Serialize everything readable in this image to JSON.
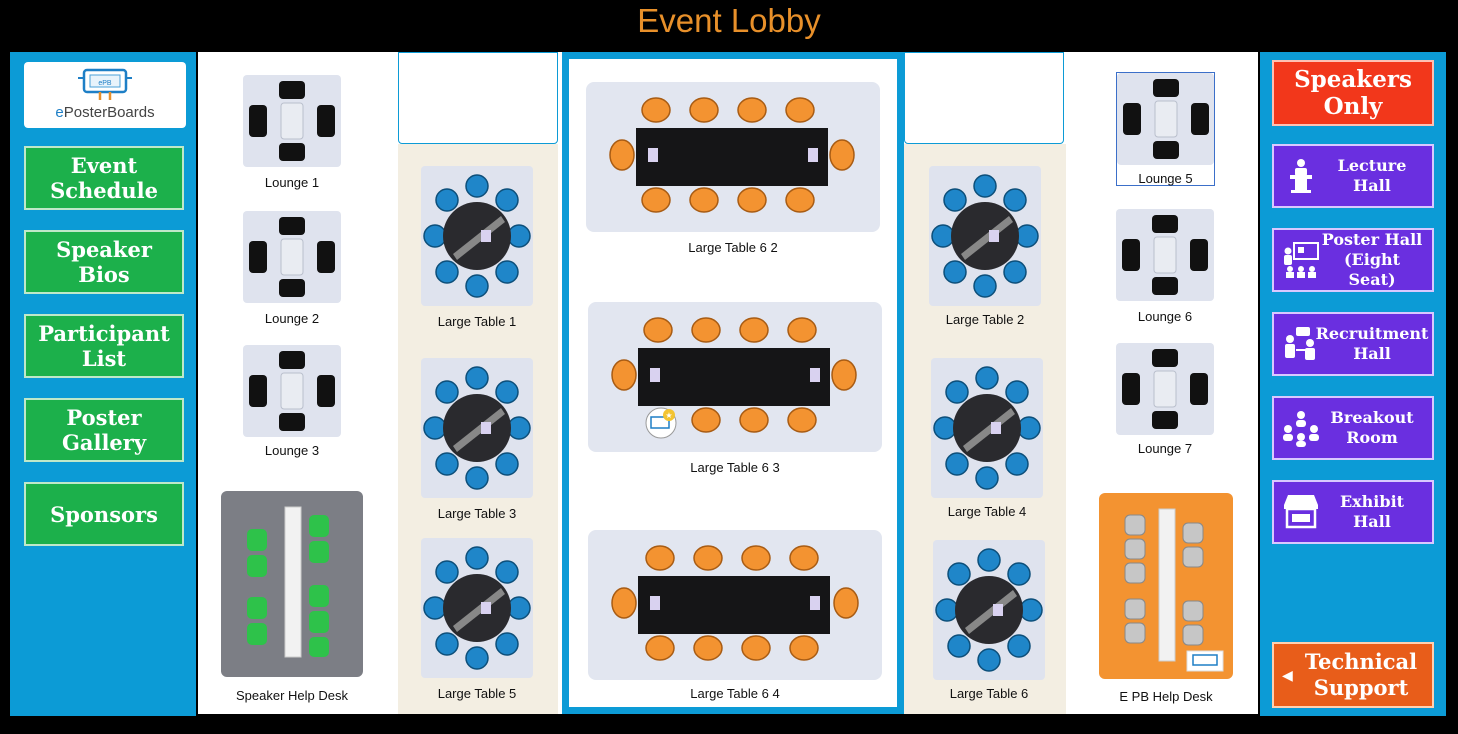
{
  "title": "Event Lobby",
  "logo": {
    "brand_e": "e",
    "brand_rest": "PosterBoards",
    "mark": "ePB"
  },
  "left_nav": [
    {
      "id": "event-schedule",
      "label": "Event\nSchedule"
    },
    {
      "id": "speaker-bios",
      "label": "Speaker\nBios"
    },
    {
      "id": "participant-list",
      "label": "Participant\nList"
    },
    {
      "id": "poster-gallery",
      "label": "Poster\nGallery"
    },
    {
      "id": "sponsors",
      "label": "Sponsors"
    }
  ],
  "right_nav": {
    "speakers_only": "Speakers\nOnly",
    "rooms": [
      {
        "id": "lecture-hall",
        "label": "Lecture\nHall",
        "icon": "podium-icon"
      },
      {
        "id": "poster-hall",
        "label": "Poster Hall\n(Eight Seat)",
        "icon": "presentation-icon"
      },
      {
        "id": "recruitment-hall",
        "label": "Recruitment\nHall",
        "icon": "interview-icon"
      },
      {
        "id": "breakout-room",
        "label": "Breakout\nRoom",
        "icon": "group-icon"
      },
      {
        "id": "exhibit-hall",
        "label": "Exhibit\nHall",
        "icon": "booth-icon"
      }
    ],
    "technical_support": "Technical\nSupport"
  },
  "lounges_left": [
    "Lounge 1",
    "Lounge 2",
    "Lounge 3"
  ],
  "lounges_right": [
    "Lounge 5",
    "Lounge 6",
    "Lounge 7"
  ],
  "large_tables_left": [
    "Large Table 1",
    "Large Table 3",
    "Large Table 5"
  ],
  "large_tables_right": [
    "Large Table 2",
    "Large Table 4",
    "Large Table 6"
  ],
  "large_tables_6": [
    "Large Table 6 2",
    "Large Table 6 3",
    "Large Table 6 4"
  ],
  "speaker_help_desk": "Speaker Help Desk",
  "epb_help_desk": "E PB Help Desk",
  "colors": {
    "panel_blue": "#0c9bd6",
    "nav_green": "#1cb04b",
    "room_purple": "#6a2fe0",
    "speakers_red": "#f2371b",
    "support_orange": "#e85d1a",
    "chair_blue": "#1f86c9",
    "chair_orange": "#f39331",
    "title_orange": "#e8902a"
  }
}
